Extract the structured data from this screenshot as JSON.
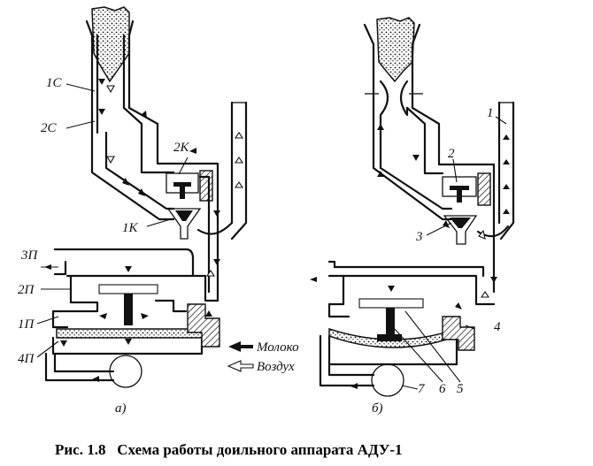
{
  "figure": {
    "caption": "Рис. 1.8   Схема работы доильного аппарата АДУ-1"
  },
  "panel_a": {
    "label": "а)",
    "callouts": [
      "1С",
      "2С",
      "2К",
      "1К",
      "3П",
      "2П",
      "1П",
      "4П"
    ]
  },
  "panel_b": {
    "label": "б)",
    "callouts": [
      "1",
      "2",
      "3",
      "4",
      "5",
      "6",
      "7"
    ]
  },
  "legend": {
    "milk_label": "Молоко",
    "air_label": "Воздух"
  }
}
